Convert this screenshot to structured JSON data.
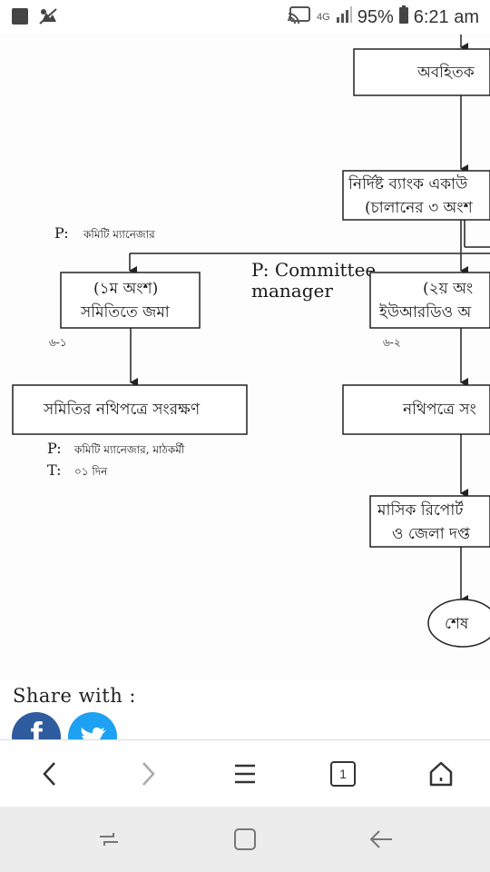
{
  "statusbar": {
    "network": "4G",
    "battery": "95%",
    "time": "6:21 am"
  },
  "flowchart": {
    "top_node": "অবহিতক",
    "bank_node_line1": "নির্দিষ্ট ব্যাংক একাউ",
    "bank_node_line2": "(চালানের ৩ অংশ",
    "p_left_label": "P:",
    "p_left_value": "কমিটি ম্যানেজার",
    "p_committee_line1": "P: Committee",
    "p_committee_line2": "manager",
    "part1_line1": "(১ম অংশ)",
    "part1_line2": "সমিতিতে জমা",
    "part1_code": "৬-১",
    "part2_line1": "(২য় অং",
    "part2_line2": "ইউআরডিও অ",
    "part2_code": "৬-২",
    "preserve_node": "সমিতির নথিপত্রে সংরক্ষণ",
    "p_bottom_label": "P:",
    "p_bottom_value": "কমিটি ম্যানেজার, মাঠকর্মী",
    "t_bottom_label": "T:",
    "t_bottom_value": "০১ দিন",
    "record_node": "নথিপত্রে সং",
    "report_line1": "মাসিক রিপোর্ট",
    "report_line2": "ও জেলা দপ্ত",
    "end_node": "শেষ"
  },
  "share": {
    "label": "Share with :",
    "facebook_icon": "f",
    "twitter_icon": "bird"
  },
  "browser_nav": {
    "tab_count": "1"
  }
}
